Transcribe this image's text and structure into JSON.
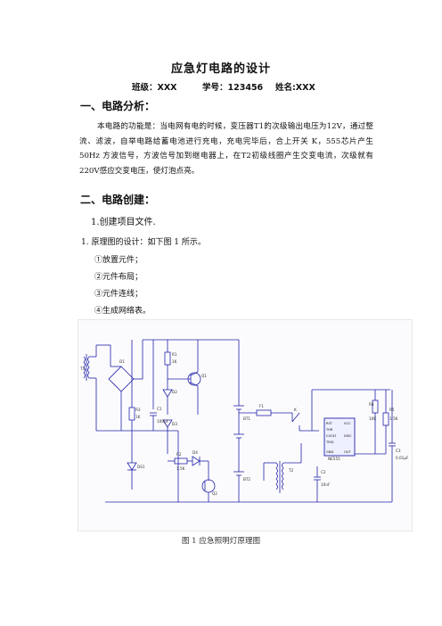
{
  "doc": {
    "title": "应急灯电路的设计",
    "class_label": "班级：XXX",
    "student_id": "学号：123456",
    "name_label": "姓名:XXX",
    "section1": "一、电路分析：",
    "paragraph": "本电路的功能是：当电网有电的时候，变压器T1的次级输出电压为12V，通过整流、滤波，自举电路给蓄电池进行充电，充电完毕后，合上开关 K，555芯片产生 50Hz 方波信号，方波信号加到继电器上，在T2初级线圈产生交变电流，次级就有220V感应交变电压，使灯泡点亮。",
    "section2": "二、电路创建：",
    "step1": "1.创建项目文件.",
    "step2": "1.  原理图的设计：如下图 1 所示。",
    "items": [
      "①放置元件；",
      "②元件布局；",
      "③元件连线；",
      "④生成网络表。"
    ],
    "figure_caption": "图 1  应急照明灯原理图"
  },
  "schematic": {
    "labels": {
      "t1": "T1",
      "d1": "D1",
      "r1": "R1",
      "r1_val": "1K",
      "q1": "Q1",
      "d2": "D2",
      "d3": "D3",
      "c1": "C1",
      "c1_val": "100μF",
      "r3": "R3",
      "r3_val": "1K",
      "ds1": "DS1",
      "r2": "R2",
      "r2_val": "1.5K",
      "d4": "D4",
      "q2": "Q2",
      "bt1": "BT1",
      "bt2": "BT2",
      "fuse": "F1",
      "k": "K",
      "r4": "R4",
      "r4_val": "10K",
      "r5": "R5",
      "r5_val": "1.5K",
      "c3": "C3",
      "c3_val": "0.01μF",
      "c2": "C2",
      "c2_val": "10nF",
      "ic": "NE555",
      "ic_pin_rst": "RST",
      "ic_pin_thr": "THR",
      "ic_pin_cv": "CVOLT",
      "ic_pin_trig": "TRIG",
      "ic_pin_vcc": "VCC",
      "ic_pin_dis": "DISC",
      "ic_pin_out": "OUT",
      "ic_pin_gnd": "GND",
      "t2": "T2"
    }
  }
}
